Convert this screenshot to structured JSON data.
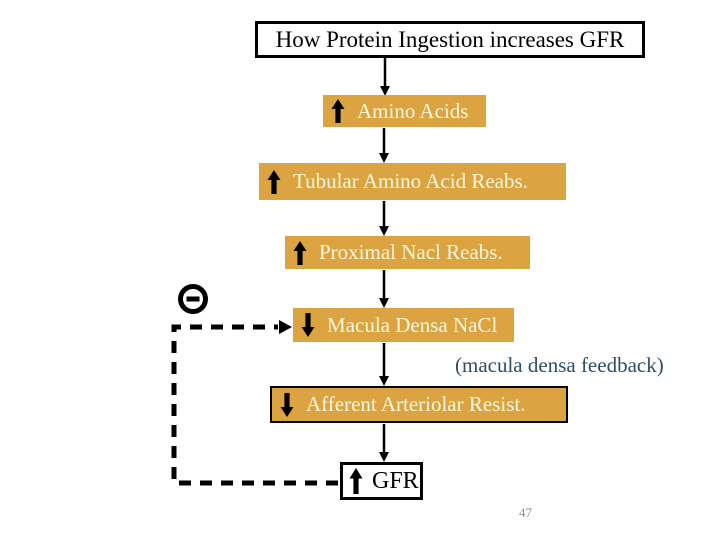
{
  "slide": {
    "title": "How Protein Ingestion increases GFR",
    "page_number": "47"
  },
  "colors": {
    "box_fill": "#DCA440",
    "box_text": "#FCF7DE",
    "feedback_text": "#2E4D66",
    "page_number_color": "#8C8C8C",
    "line_color": "#000000"
  },
  "icons": {
    "increase": "up-arrow-icon",
    "decrease": "down-arrow-icon",
    "negative_feedback": "minus-icon"
  },
  "nodes": [
    {
      "label": "Amino Acids",
      "direction": "up"
    },
    {
      "label": "Tubular Amino Acid Reabs.",
      "direction": "up"
    },
    {
      "label": "Proximal Nacl Reabs.",
      "direction": "up"
    },
    {
      "label": "Macula Densa NaCl",
      "direction": "down"
    },
    {
      "label": "Afferent Arteriolar Resist.",
      "direction": "down"
    },
    {
      "label": "GFR",
      "direction": "up"
    }
  ],
  "annotations": {
    "feedback_note": "(macula densa feedback)"
  }
}
